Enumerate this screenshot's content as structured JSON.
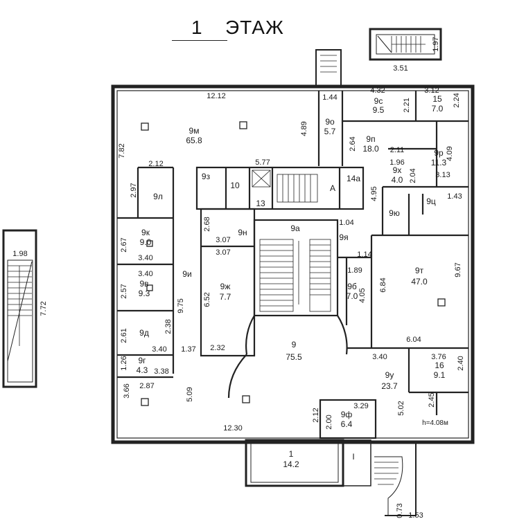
{
  "title": {
    "number": "1",
    "word": "ЭТАЖ"
  },
  "rooms": [
    {
      "id": "9м",
      "area": "65.8"
    },
    {
      "id": "9с",
      "area": "9.5"
    },
    {
      "id": "15",
      "area": "7.0"
    },
    {
      "id": "9о",
      "area": "5.7"
    },
    {
      "id": "9п",
      "area": "18.0"
    },
    {
      "id": "9р",
      "area": "11.3"
    },
    {
      "id": "9х",
      "area": "4.0"
    },
    {
      "id": "9л"
    },
    {
      "id": "9з"
    },
    {
      "id": "10"
    },
    {
      "id": "13"
    },
    {
      "id": "А"
    },
    {
      "id": "14а"
    },
    {
      "id": "9ю"
    },
    {
      "id": "9ц"
    },
    {
      "id": "9к",
      "area": "9.0"
    },
    {
      "id": "9н"
    },
    {
      "id": "9а"
    },
    {
      "id": "9я"
    },
    {
      "id": "9т",
      "area": "47.0"
    },
    {
      "id": "9в",
      "area": "9.3"
    },
    {
      "id": "9и"
    },
    {
      "id": "9ж",
      "area": "7.7"
    },
    {
      "id": "9б",
      "area": "7.0"
    },
    {
      "id": "9д"
    },
    {
      "id": "9",
      "area": "75.5"
    },
    {
      "id": "9г",
      "area": "4.3"
    },
    {
      "id": "9у",
      "area": "23.7"
    },
    {
      "id": "16",
      "area": "9.1"
    },
    {
      "id": "9ф",
      "area": "6.4"
    },
    {
      "id": "1",
      "area": "14.2"
    },
    {
      "id": "I"
    }
  ],
  "dimensions": [
    "1.97",
    "3.51",
    "12.12",
    "1.44",
    "4.32",
    "3.12",
    "2.24",
    "2.21",
    "4.89",
    "7.82",
    "2.64",
    "2.11",
    "4.09",
    "1.96",
    "2.04",
    "3.13",
    "5.77",
    "2.12",
    "2.97",
    "1.98",
    "7.72",
    "4.95",
    "1.43",
    "2.68",
    "1.04",
    "2.67",
    "3.07",
    "3.07",
    "3.40",
    "1.14",
    "1.89",
    "9.67",
    "3.40",
    "9.75",
    "6.52",
    "4.05",
    "6.84",
    "2.57",
    "2.38",
    "2.61",
    "3.40",
    "1.37",
    "2.32",
    "6.04",
    "1.26",
    "3.38",
    "3.40",
    "3.76",
    "2.40",
    "3.66",
    "2.87",
    "5.09",
    "5.02",
    "2.45",
    "3.29",
    "2.12",
    "2.00",
    "12.30",
    "0.73",
    "1.53"
  ],
  "height_note": "h=4.08м"
}
